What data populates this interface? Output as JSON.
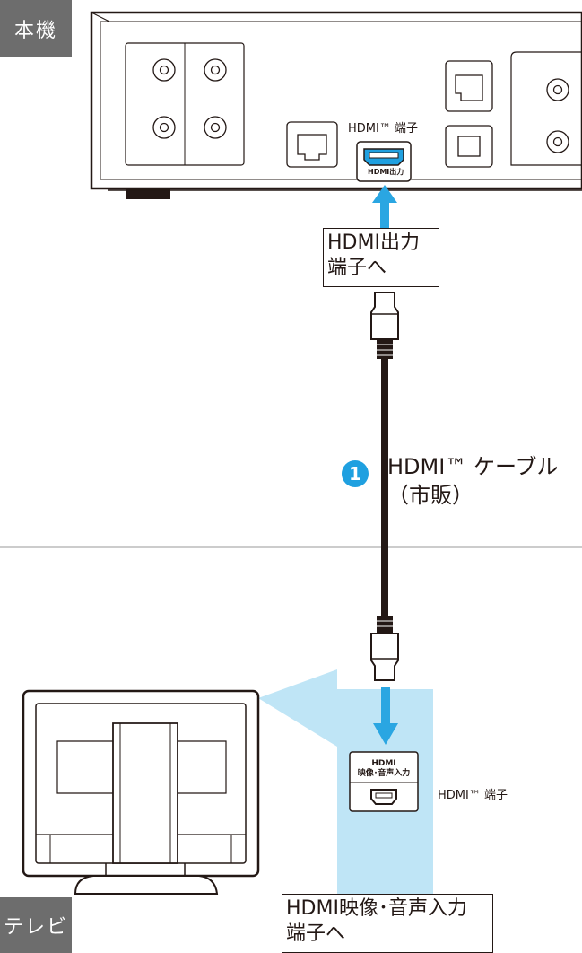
{
  "labels": {
    "device_tag": "本機",
    "tv_tag": "テレビ",
    "device_port_label": "HDMI™ 端子",
    "device_port_inner": "HDMI出力",
    "callout_top_line1": "HDMI出力",
    "callout_top_line2": "端子へ",
    "step_number": "1",
    "cable_line1": "HDMI™ ケーブル",
    "cable_line2": "（市販）",
    "tv_port_line1": "HDMI",
    "tv_port_line2": "映像･音声入力",
    "tv_port_label": "HDMI™ 端子",
    "callout_bottom_line1": "HDMI映像･音声入力",
    "callout_bottom_line2": "端子へ"
  },
  "colors": {
    "accent_blue": "#1fa0e0",
    "arrow_blue": "#2aa6e2",
    "light_blue": "#bfe5f6",
    "tag_gray": "#6d6d6d",
    "line": "#231815"
  }
}
